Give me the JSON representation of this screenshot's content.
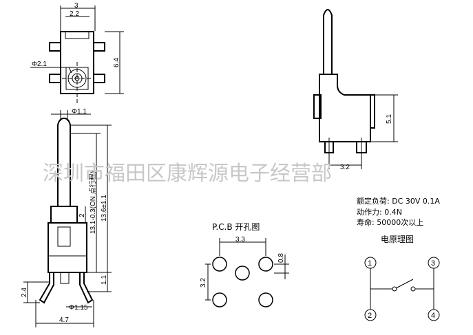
{
  "watermark": "深圳市福田区康辉源电子经营部",
  "dimensions": {
    "top_width_outer": "3",
    "top_width_inner": "2.2",
    "top_height": "6.4",
    "hole_diameter": "Φ2.1",
    "plunger_diameter": "Φ1.1",
    "total_height": "13.6±1.1",
    "on_height": "13.1-0.3(ON 点行程)",
    "travel": "2",
    "base_height": "1.1",
    "pin_length": "2.4",
    "pin_diameter": "Φ1.15",
    "bottom_width": "4.7",
    "side_height": "5.1",
    "side_pitch": "3.2",
    "pcb_width": "3.3",
    "pcb_height": "3.2",
    "pcb_pad": "0.8"
  },
  "pcb": {
    "title": "P.C.B 开孔图"
  },
  "specs": {
    "rating": "额定负荷: DC 30V 0.1A",
    "force": "动作力: 0.4N",
    "life": "寿命: 50000次以上"
  },
  "schematic": {
    "title": "电原理图",
    "pins": [
      "1",
      "2",
      "3",
      "4"
    ]
  }
}
